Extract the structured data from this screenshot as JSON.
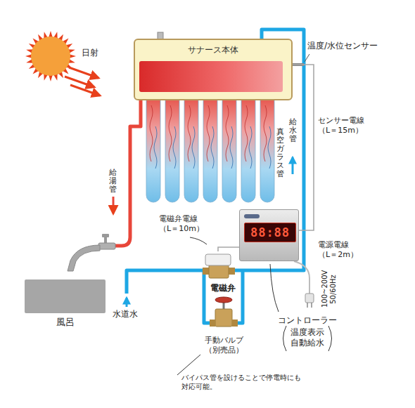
{
  "diagram": {
    "nodes": [
      {
        "text": [
          "サナース本体"
        ]
      },
      {
        "text": [
          "風呂"
        ]
      },
      {
        "text": [
          "電磁弁"
        ]
      },
      {
        "text": [
          "88:88"
        ]
      }
    ],
    "edges": [
      {
        "from": 0,
        "to": 3,
        "arrow": "none"
      },
      {
        "from": 3,
        "to": 2,
        "arrow": "none"
      }
    ],
    "labels": [
      "日射",
      "温度/水位センサー",
      "センサー電線 （L＝15m）",
      "真空ガラス管",
      "給水管",
      "給湯管",
      "電磁弁電線 （L＝10m）",
      "電源電線 （L＝2m）",
      "100~200V 50/60Hz",
      "水道水",
      "コントローラー",
      "温度表示 自動給水",
      "手動バルブ （別売品）",
      "バイパス管を設けることで停電時にも 対応可能。"
    ]
  }
}
